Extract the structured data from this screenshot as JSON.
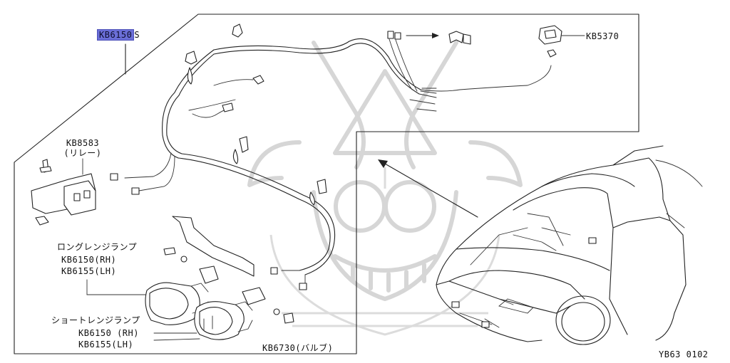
{
  "callouts": {
    "kit": {
      "prefix": "KB6150",
      "suffix": "S"
    },
    "relay": {
      "code": "KB8583",
      "note": "(リレー)"
    },
    "switch": {
      "code": "KB5370"
    },
    "long_lamp": {
      "title": "ロングレンジランプ",
      "rh": "KB6150(RH)",
      "lh": "KB6155(LH)"
    },
    "short_lamp": {
      "title": "ショートレンジランプ",
      "rh": "KB6150 (RH)",
      "lh": "KB6155(LH)"
    },
    "bulb": {
      "code": "KB6730",
      "note": "(バルブ)"
    }
  },
  "footer": {
    "code": "YB63 0102"
  },
  "colors": {
    "line": "#222222",
    "highlight": "#6b6fd8",
    "watermark": "#d6d6d6"
  },
  "icons": [
    "samurai-watermark-icon"
  ]
}
